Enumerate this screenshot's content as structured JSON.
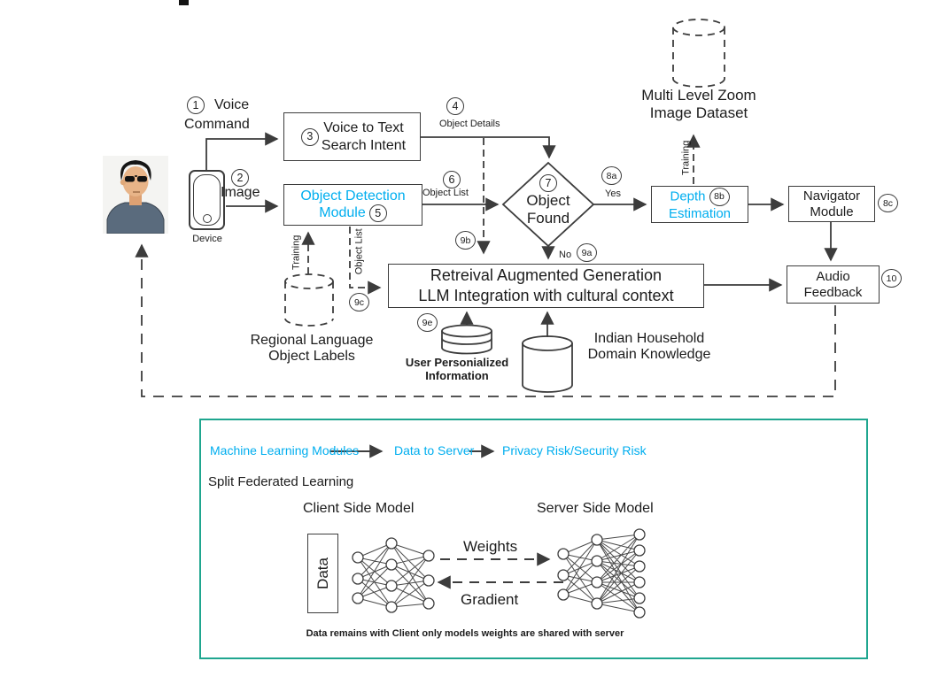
{
  "colors": {
    "accent": "#00AEEF",
    "legend_border": "#1FA68F"
  },
  "flow": {
    "device": "Device",
    "n1": "1",
    "voice": "Voice",
    "command": "Command",
    "n2": "2",
    "image": "Image",
    "n3": "3",
    "voice_line1": "Voice to Text",
    "voice_line2": "Search Intent",
    "n4": "4",
    "object_details": "Object Details",
    "detect_line1": "Object Detection",
    "detect_line2": "Module",
    "n5": "5",
    "n6": "6",
    "object_list": "Object List",
    "n7": "7",
    "diamond_line1": "Object",
    "diamond_line2": "Found",
    "n8a": "8a",
    "yes": "Yes",
    "depth_line1": "Depth",
    "n8b": "8b",
    "depth_line2": "Estimation",
    "navigator": "Navigator\nModule",
    "n8c": "8c",
    "audio": "Audio\nFeedback",
    "n10": "10",
    "no": "No",
    "n9a": "9a",
    "n9b": "9b",
    "n9c": "9c",
    "n9e": "9e",
    "rag_line1": "Retreival Augmented Generation",
    "rag_line2": "LLM Integration with cultural context",
    "training_detect": "Training",
    "training_depth": "Training",
    "object_list_vertical": "Object List",
    "multi_zoom_label": "Multi Level Zoom\nImage Dataset",
    "regional_label": "Regional Language\nObject Labels",
    "user_info_label": "User Personialized\nInformation",
    "indian_label": "Indian Household\nDomain Knowledge"
  },
  "legend": {
    "ml_modules": "Machine Learning Modules",
    "data_to_server": "Data to Server",
    "privacy_risk": "Privacy Risk/Security Risk",
    "split_federated": "Split Federated Learning",
    "client_model": "Client Side Model",
    "server_model": "Server Side Model",
    "data": "Data",
    "weights": "Weights",
    "gradient": "Gradient",
    "caption": "Data remains with Client only models weights are shared with server"
  }
}
